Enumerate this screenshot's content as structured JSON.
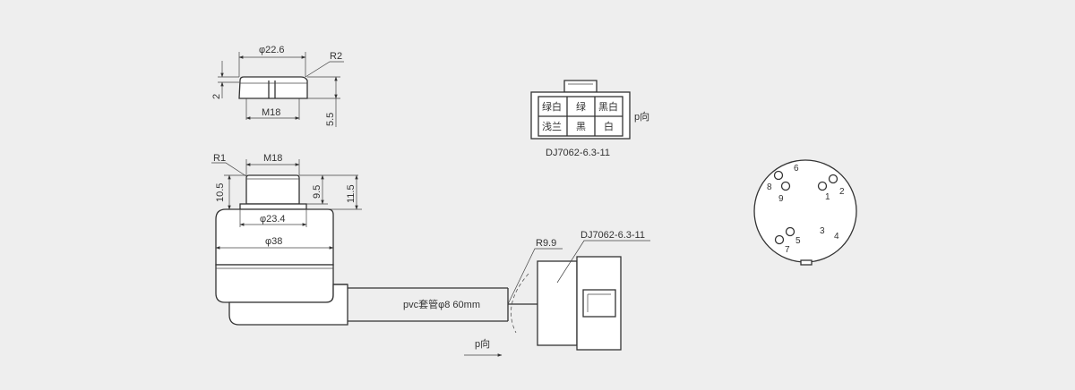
{
  "top_plug": {
    "dim_diameter": "φ22.6",
    "dim_radius": "R2",
    "dim_height": "2",
    "dim_thread": "M18",
    "dim_side": "5.5"
  },
  "main_connector": {
    "dim_radius": "R1",
    "dim_thread": "M18",
    "dim_left_height": "10.5",
    "dim_inner_height": "9.5",
    "dim_total_height": "11.5",
    "dim_flange": "φ23.4",
    "dim_body": "φ38"
  },
  "cable": {
    "label": "pvc套管φ8  60mm",
    "dim_radius": "R9.9",
    "connector_label": "DJ7062-6.3-11",
    "direction_label": "p向"
  },
  "pin_table": {
    "rows": [
      [
        "绿白",
        "绿",
        "黑白"
      ],
      [
        "浅兰",
        "黑",
        "白"
      ]
    ],
    "direction": "p向",
    "model": "DJ7062-6.3-11"
  },
  "socket_pins": [
    "1",
    "2",
    "3",
    "4",
    "5",
    "6",
    "7",
    "8",
    "9"
  ]
}
